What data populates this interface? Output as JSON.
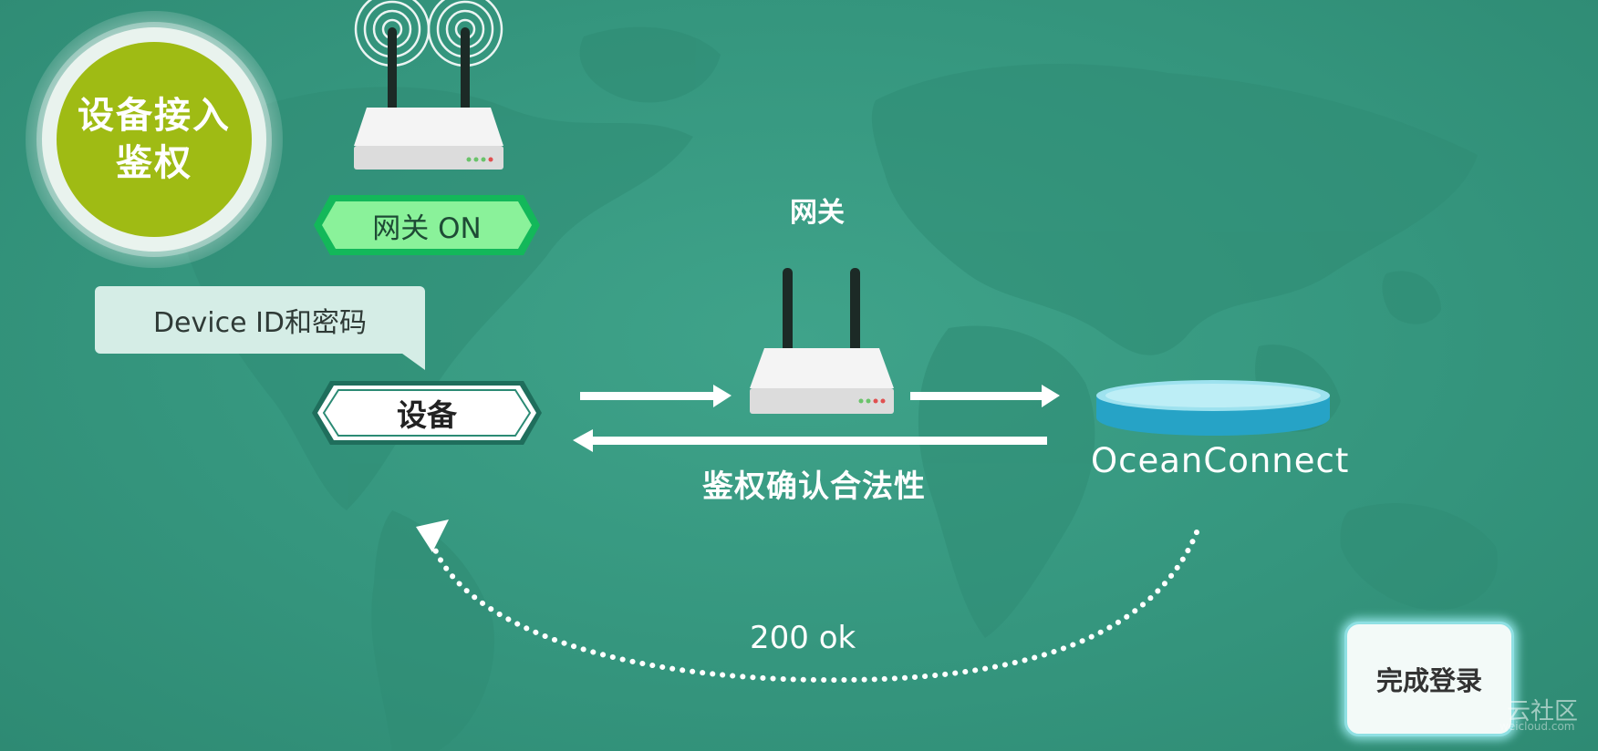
{
  "diagram": {
    "title_line1": "设备接入",
    "title_line2": "鉴权",
    "gateway_status_label": "网关 ON",
    "credential_bubble": "Device ID和密码",
    "device_label": "设备",
    "gateway_label": "网关",
    "auth_label": "鉴权确认合法性",
    "platform_label": "OceanConnect",
    "response_label": "200 ok",
    "complete_label": "完成登录"
  },
  "watermark": {
    "text": "云社区",
    "url": "weicloud.com"
  },
  "colors": {
    "background": "#35967e",
    "badge": "#9fbb14",
    "gateway_tag": "#8af29a",
    "platform_disk": "#4fc5dc",
    "complete_glow": "#8fe0e3"
  }
}
